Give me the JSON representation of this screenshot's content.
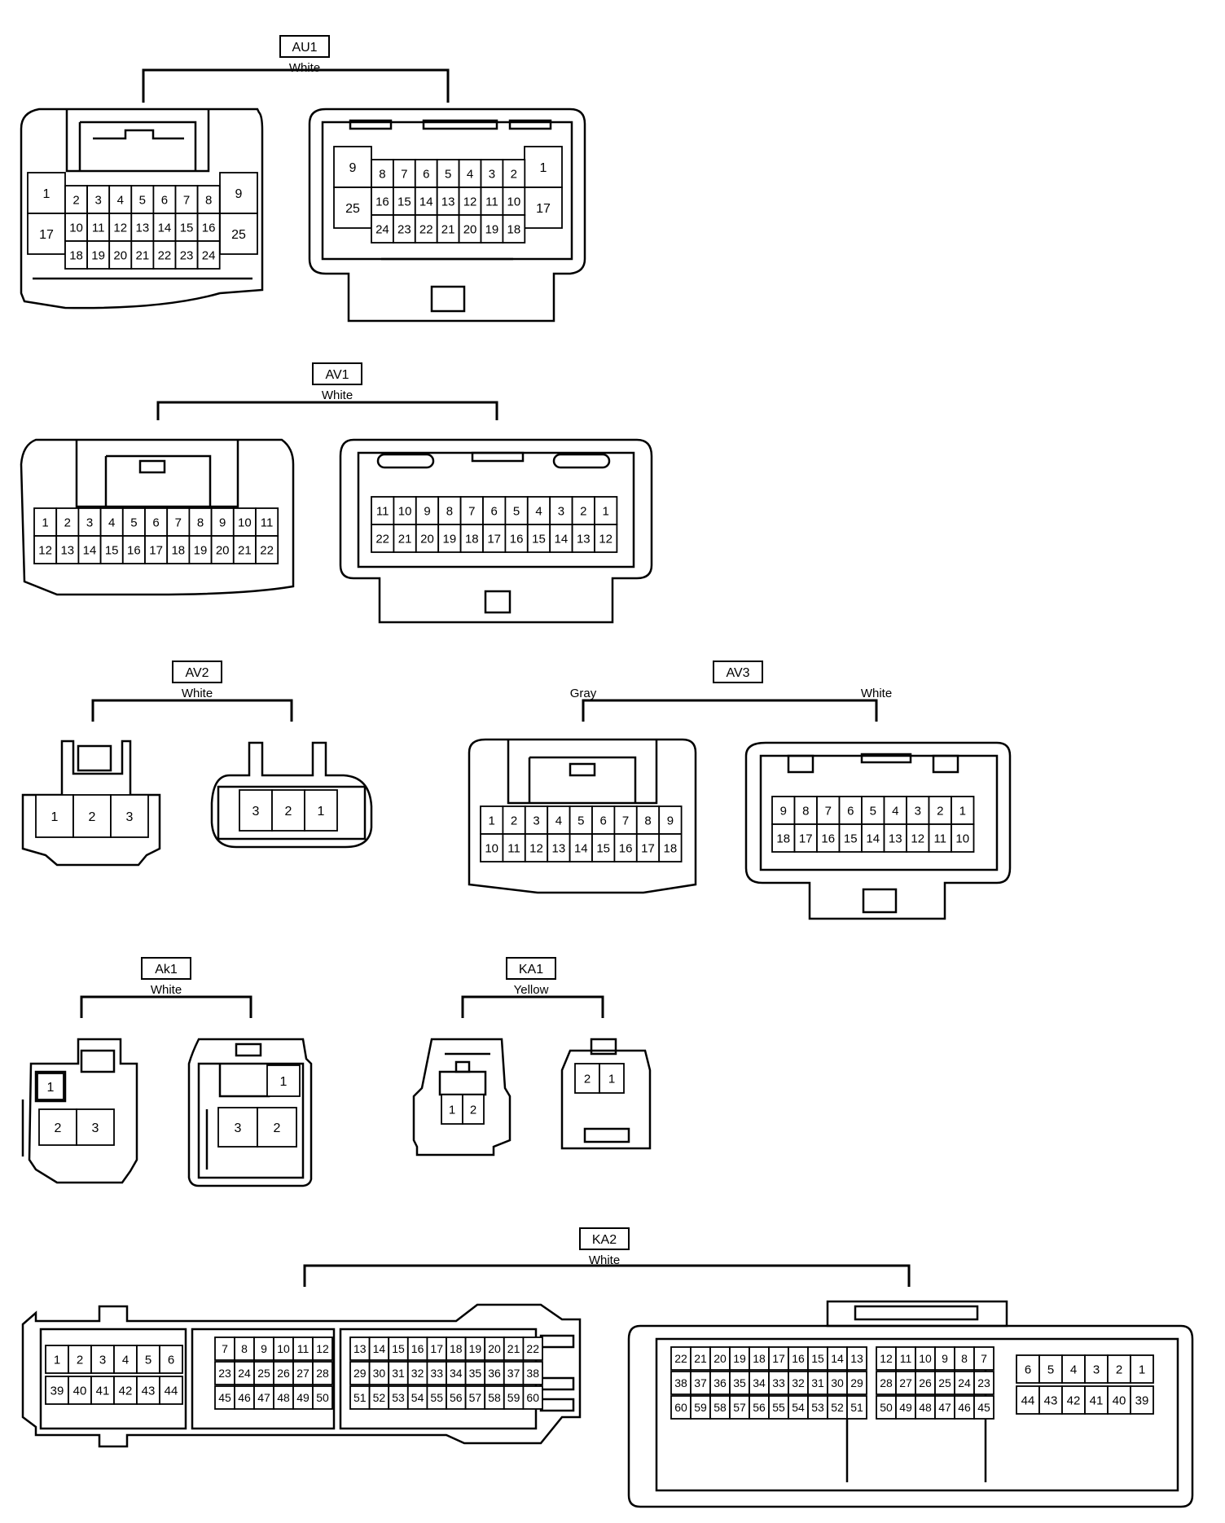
{
  "connectors": [
    {
      "id": "AU1",
      "label": "AU1",
      "color": "White",
      "left": {
        "rows": [
          [
            "1",
            "2",
            "3",
            "4",
            "5",
            "6",
            "7",
            "8",
            "9"
          ],
          [
            "17",
            "10",
            "11",
            "12",
            "13",
            "14",
            "15",
            "16",
            "25"
          ],
          [
            "18",
            "19",
            "20",
            "21",
            "22",
            "23",
            "24"
          ]
        ]
      },
      "right": {
        "rows": [
          [
            "9",
            "8",
            "7",
            "6",
            "5",
            "4",
            "3",
            "2",
            "1"
          ],
          [
            "25",
            "16",
            "15",
            "14",
            "13",
            "12",
            "11",
            "10",
            "17"
          ],
          [
            "24",
            "23",
            "22",
            "21",
            "20",
            "19",
            "18"
          ]
        ]
      }
    },
    {
      "id": "AV1",
      "label": "AV1",
      "color": "White",
      "left": {
        "rows": [
          [
            "1",
            "2",
            "3",
            "4",
            "5",
            "6",
            "7",
            "8",
            "9",
            "10",
            "11"
          ],
          [
            "12",
            "13",
            "14",
            "15",
            "16",
            "17",
            "18",
            "19",
            "20",
            "21",
            "22"
          ]
        ]
      },
      "right": {
        "rows": [
          [
            "11",
            "10",
            "9",
            "8",
            "7",
            "6",
            "5",
            "4",
            "3",
            "2",
            "1"
          ],
          [
            "22",
            "21",
            "20",
            "19",
            "18",
            "17",
            "16",
            "15",
            "14",
            "13",
            "12"
          ]
        ]
      }
    },
    {
      "id": "AV2",
      "label": "AV2",
      "color": "White",
      "left": {
        "rows": [
          [
            "1",
            "2",
            "3"
          ]
        ]
      },
      "right": {
        "rows": [
          [
            "3",
            "2",
            "1"
          ]
        ]
      }
    },
    {
      "id": "AV3",
      "label": "AV3",
      "left_color": "Gray",
      "right_color": "White",
      "left": {
        "rows": [
          [
            "1",
            "2",
            "3",
            "4",
            "5",
            "6",
            "7",
            "8",
            "9"
          ],
          [
            "10",
            "11",
            "12",
            "13",
            "14",
            "15",
            "16",
            "17",
            "18"
          ]
        ]
      },
      "right": {
        "rows": [
          [
            "9",
            "8",
            "7",
            "6",
            "5",
            "4",
            "3",
            "2",
            "1"
          ],
          [
            "18",
            "17",
            "16",
            "15",
            "14",
            "13",
            "12",
            "11",
            "10"
          ]
        ]
      }
    },
    {
      "id": "Ak1",
      "label": "Ak1",
      "color": "White",
      "left": {
        "rows": [
          [
            "1"
          ],
          [
            "2",
            "3"
          ]
        ]
      },
      "right": {
        "rows": [
          [
            "1"
          ],
          [
            "3",
            "2"
          ]
        ]
      }
    },
    {
      "id": "KA1",
      "label": "KA1",
      "color": "Yellow",
      "left": {
        "rows": [
          [
            "1",
            "2"
          ]
        ]
      },
      "right": {
        "rows": [
          [
            "2",
            "1"
          ]
        ]
      }
    },
    {
      "id": "KA2",
      "label": "KA2",
      "color": "White",
      "left": {
        "blocks": [
          [
            [
              "1",
              "2",
              "3",
              "4",
              "5",
              "6"
            ],
            [
              "39",
              "40",
              "41",
              "42",
              "43",
              "44"
            ]
          ],
          [
            [
              "7",
              "8",
              "9",
              "10",
              "11",
              "12"
            ],
            [
              "23",
              "24",
              "25",
              "26",
              "27",
              "28"
            ],
            [
              "45",
              "46",
              "47",
              "48",
              "49",
              "50"
            ]
          ],
          [
            [
              "13",
              "14",
              "15",
              "16",
              "17",
              "18",
              "19",
              "20",
              "21",
              "22"
            ],
            [
              "29",
              "30",
              "31",
              "32",
              "33",
              "34",
              "35",
              "36",
              "37",
              "38"
            ],
            [
              "51",
              "52",
              "53",
              "54",
              "55",
              "56",
              "57",
              "58",
              "59",
              "60"
            ]
          ]
        ]
      },
      "right": {
        "blocks": [
          [
            [
              "22",
              "21",
              "20",
              "19",
              "18",
              "17",
              "16",
              "15",
              "14",
              "13"
            ],
            [
              "38",
              "37",
              "36",
              "35",
              "34",
              "33",
              "32",
              "31",
              "30",
              "29"
            ],
            [
              "60",
              "59",
              "58",
              "57",
              "56",
              "55",
              "54",
              "53",
              "52",
              "51"
            ]
          ],
          [
            [
              "12",
              "11",
              "10",
              "9",
              "8",
              "7"
            ],
            [
              "28",
              "27",
              "26",
              "25",
              "24",
              "23"
            ],
            [
              "50",
              "49",
              "48",
              "47",
              "46",
              "45"
            ]
          ],
          [
            [
              "6",
              "5",
              "4",
              "3",
              "2",
              "1"
            ],
            [
              "44",
              "43",
              "42",
              "41",
              "40",
              "39"
            ]
          ]
        ]
      }
    }
  ]
}
